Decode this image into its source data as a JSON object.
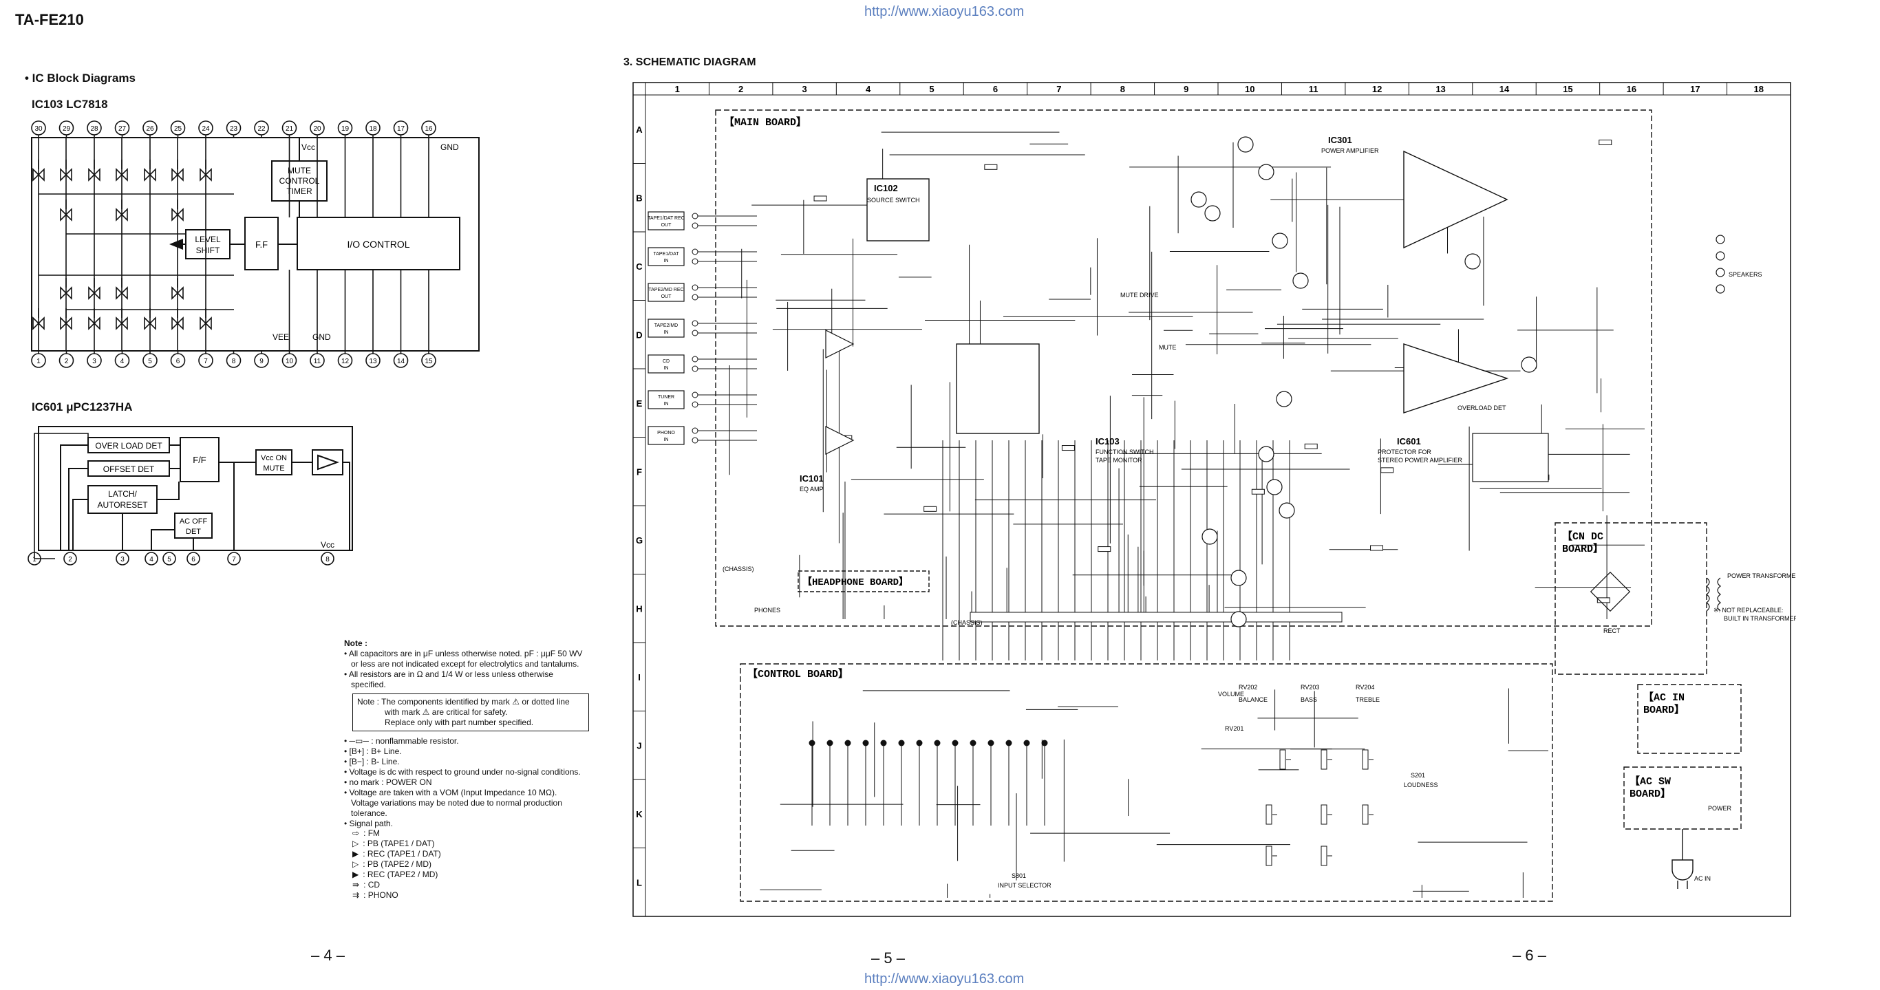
{
  "header": {
    "model": "TA-FE210",
    "url_top": "http://www.xiaoyu163.com",
    "url_bottom": "http://www.xiaoyu163.com"
  },
  "left": {
    "section": "• IC Block Diagrams",
    "ic103_title": "IC103   LC7818",
    "ic103": {
      "top_pins": [
        "30",
        "29",
        "28",
        "27",
        "26",
        "25",
        "24",
        "23",
        "22",
        "21",
        "20",
        "19",
        "18",
        "17",
        "16"
      ],
      "bottom_pins": [
        "1",
        "2",
        "3",
        "4",
        "5",
        "6",
        "7",
        "8",
        "9",
        "10",
        "11",
        "12",
        "13",
        "14",
        "15"
      ],
      "vcc": "Vcc",
      "gnd_top": "GND",
      "vee": "VEE",
      "gnd_bottom": "GND",
      "mute_l1": "MUTE",
      "mute_l2": "CONTROL",
      "mute_l3": "TIMER",
      "level_l1": "LEVEL",
      "level_l2": "SHIFT",
      "ff": "F.F",
      "io": "I/O   CONTROL"
    },
    "ic601_title": "IC601   μPC1237HA",
    "ic601": {
      "overload": "OVER LOAD DET",
      "offset": "OFFSET DET",
      "latch_l1": "LATCH/",
      "latch_l2": "AUTORESET",
      "acoff_l1": "AC OFF",
      "acoff_l2": "DET",
      "ff": "F/F",
      "vccmute_l1": "Vcc ON",
      "vccmute_l2": "MUTE",
      "vcc": "Vcc",
      "pins": [
        "1",
        "2",
        "3",
        "4",
        "5",
        "6",
        "7",
        "8"
      ]
    }
  },
  "notes": {
    "title": "Note :",
    "items": [
      "• All capacitors are in μF unless otherwise noted. pF : μμF 50 WV",
      "  or less are not indicated except for electrolytics and tantalums.",
      "• All resistors are in Ω and 1/4 W or less unless otherwise",
      "  specified."
    ],
    "box_l1": "Note : The components identified by mark ⚠ or dotted line",
    "box_l2": "with mark ⚠ are critical for safety.",
    "box_l3": "Replace only with part number specified.",
    "list": [
      "•  ─▭─  : nonflammable resistor.",
      "•  [B+]  : B+ Line.",
      "•  [B−]  : B- Line.",
      "• Voltage is dc with respect to ground under no-signal conditions.",
      "• no mark : POWER ON",
      "• Voltage are taken with a VOM (Input Impedance 10 MΩ).",
      "  Voltage variations may be noted due to normal production",
      "  tolerance.",
      "• Signal path."
    ],
    "signal_paths": [
      ": FM",
      ": PB (TAPE1 / DAT)",
      ": REC (TAPE1 / DAT)",
      ": PB (TAPE2 / MD)",
      ": REC (TAPE2 / MD)",
      ": CD",
      ": PHONO"
    ]
  },
  "schematic": {
    "title": "3. SCHEMATIC DIAGRAM",
    "cols": [
      "1",
      "2",
      "3",
      "4",
      "5",
      "6",
      "7",
      "8",
      "9",
      "10",
      "11",
      "12",
      "13",
      "14",
      "15",
      "16",
      "17",
      "18"
    ],
    "rows": [
      "A",
      "B",
      "C",
      "D",
      "E",
      "F",
      "G",
      "H",
      "I",
      "J",
      "K",
      "L"
    ],
    "boards": {
      "main": "【MAIN BOARD】",
      "headphone": "【HEADPHONE BOARD】",
      "control": "【CONTROL BOARD】",
      "cndc_l1": "【CN DC",
      "cndc_l2": "BOARD】",
      "acin_l1": "【AC IN",
      "acin_l2": "BOARD】",
      "acsw_l1": "【AC SW",
      "acsw_l2": "BOARD】"
    },
    "ics": {
      "ic102": "IC102",
      "ic102_sub": "SOURCE SWITCH",
      "ic301": "IC301",
      "ic301_sub": "POWER AMPLIFIER",
      "ic101": "IC101",
      "ic101_sub": "EQ AMP",
      "ic103": "IC103",
      "ic103_sub1": "FUNCTION SWITCH",
      "ic103_sub2": "TAPE MONITOR",
      "ic601": "IC601",
      "ic601_sub1": "PROTECTOR FOR",
      "ic601_sub2": "STEREO POWER AMPLIFIER"
    },
    "jacks": [
      "TAPE1/DAT REC OUT",
      "TAPE1/DAT IN",
      "TAPE2/MD REC OUT",
      "TAPE2/MD IN",
      "CD IN",
      "TUNER IN",
      "PHONO IN"
    ],
    "controls": {
      "rv202": "RV202",
      "rv202_sub": "BALANCE",
      "rv203": "RV203",
      "rv203_sub": "BASS",
      "rv204": "RV204",
      "rv204_sub": "TREBLE",
      "rv201": "RV201",
      "rv201_sub": "VOLUME",
      "s201": "S201",
      "s201_sub": "LOUDNESS",
      "s801": "S801",
      "s801_sub": "INPUT SELECTOR"
    },
    "misc": {
      "speakers": "SPEAKERS",
      "power_transformer": "POWER TRANSFORMER",
      "not_replaceable_1": "※: NOT REPLACEABLE:",
      "not_replaceable_2": "BUILT IN TRANSFORMER.",
      "rect": "RECT",
      "power": "POWER",
      "ac_in": "AC IN",
      "chassis": "(CHASSIS)",
      "phones": "PHONES",
      "overload": "OVERLOAD DET",
      "mute": "MUTE",
      "mute_drive": "MUTE DRIVE"
    }
  },
  "pages": {
    "p4": "– 4 –",
    "p5": "– 5 –",
    "p6": "– 6 –"
  }
}
